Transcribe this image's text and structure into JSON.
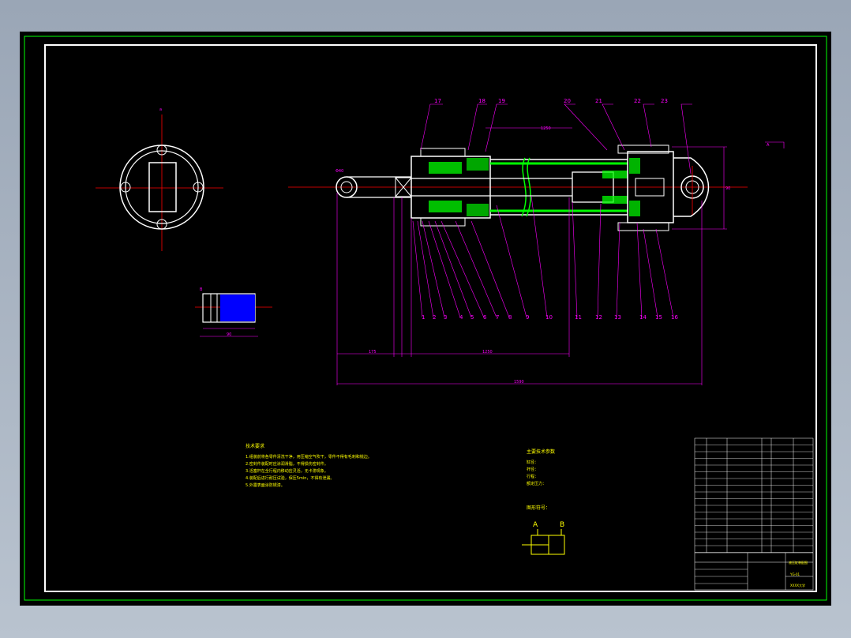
{
  "colors": {
    "background": "#000000",
    "outline": "#ffffff",
    "frame_outer": "#00ff00",
    "centerline": "#ff0000",
    "hatch": "#00ff00",
    "dimension": "#ff00ff",
    "text": "#ffff00",
    "fill_blue": "#0000ff"
  },
  "part_labels_top": [
    "17",
    "18",
    "19",
    "20",
    "21",
    "22",
    "23"
  ],
  "part_labels_bottom": [
    "1",
    "2",
    "3",
    "4",
    "5",
    "6",
    "7",
    "8",
    "9",
    "10",
    "11",
    "12",
    "13",
    "14",
    "15",
    "16"
  ],
  "tech_notes": {
    "title": "技术要求",
    "lines": [
      "1.组装前将各零件清洗干净，用压缩空气吹干，零件不得有毛刺和锐边。",
      "2.密封件装配时应涂润滑脂，不得损伤密封件。",
      "3.活塞杆在全行程内移动应灵活，无卡滞现象。",
      "4.装配后进行耐压试验，保压5min，不得有泄漏。",
      "5.外露表面涂防锈漆。"
    ]
  },
  "main_params": {
    "title": "主要技术参数",
    "lines": [
      "缸径：",
      "杆径：",
      "行程：",
      "额定压力："
    ]
  },
  "schematic": {
    "title": "图形符号：",
    "port_a": "A",
    "port_b": "B"
  },
  "title_block": {
    "drawing_title": "液压缸装配图",
    "drawing_no": "YG-01",
    "school": "XXXX大学"
  }
}
